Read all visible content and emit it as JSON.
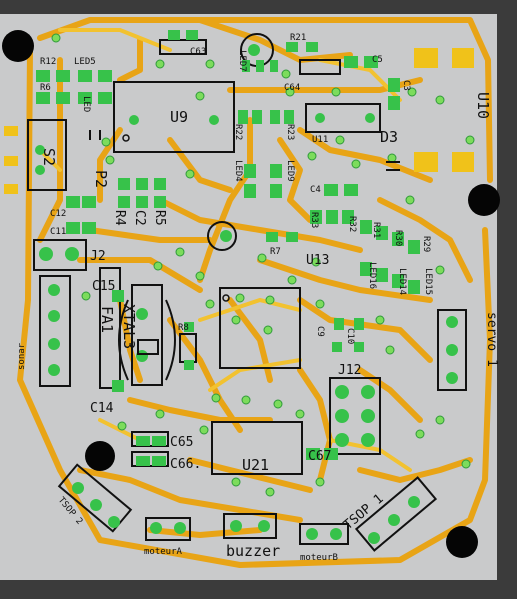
{
  "colors": {
    "board": "#c9cacb",
    "trace_main": "#e8a416",
    "trace_alt": "#f2c230",
    "pad": "#37c24a",
    "pad_light": "#7cdc5c",
    "silk": "#111111",
    "hole": "#050505",
    "frame": "#3a3a3a"
  },
  "labels": {
    "c63": "C63",
    "led7": "LED7",
    "r21": "R21",
    "r12": "R12",
    "led5": "LED5",
    "r6": "R6",
    "led4_top": "LED",
    "c64": "C64",
    "c5": "C5",
    "u9": "U9",
    "u10": "U10",
    "r22": "R22",
    "r23": "R23",
    "u11": "U11",
    "d3": "D3",
    "c3": "C3",
    "s2": "S2",
    "p2": "P2",
    "led4": "LED4",
    "led9": "LED9",
    "c4": "C4",
    "c12": "C12",
    "r4": "R4",
    "c2": "C2",
    "r5": "R5",
    "c11": "C11",
    "r7": "R7",
    "r33": "R33",
    "r32": "R32",
    "r31": "R31",
    "r30": "R30",
    "r29": "R29",
    "u13": "U13",
    "led16": "LED16",
    "led14": "LED14",
    "led15": "LED15",
    "j2": "J2",
    "c15": "C15",
    "xtal3": "XTAL3",
    "fa1": "FA1",
    "r8": "R8",
    "c9": "C9",
    "c10": "C10",
    "servo1": "servo 1",
    "sonar": "sonar",
    "j12": "J12",
    "c14": "C14",
    "c65": "C65",
    "c66": "C66.",
    "u21": "U21",
    "c67": "C67",
    "tsop2": "TSOP 2",
    "tsop1": "TSOP 1",
    "moteura": "moteurA",
    "buzzer": "buzzer",
    "moteurb": "moteurB"
  }
}
